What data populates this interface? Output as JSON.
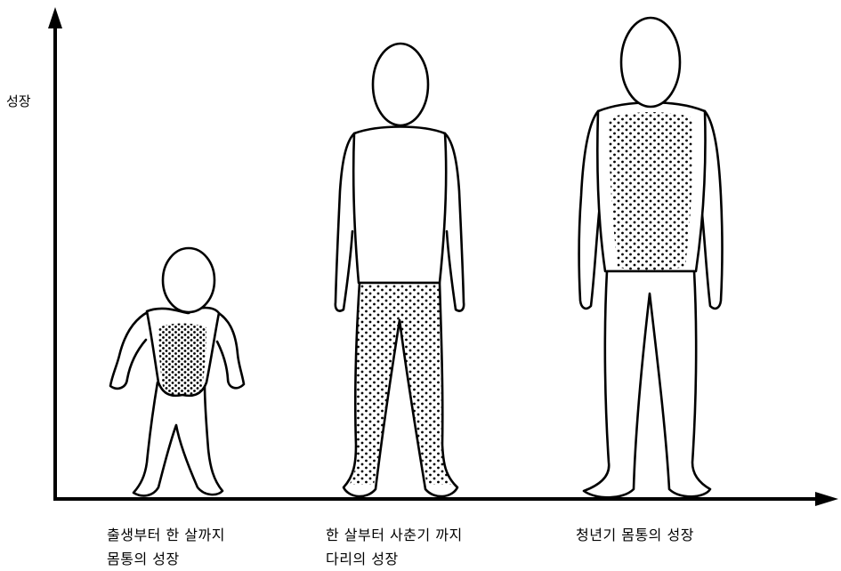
{
  "axis": {
    "y_label": "성장"
  },
  "figures": [
    {
      "id": "infant",
      "caption_lines": [
        "출생부터 한 살까지",
        "몸통의 성장"
      ],
      "shaded_region": "torso"
    },
    {
      "id": "child",
      "caption_lines": [
        "한 살부터 사춘기 까지",
        "다리의 성장"
      ],
      "shaded_region": "legs"
    },
    {
      "id": "adolescent",
      "caption_lines": [
        "청년기 몸통의 성장"
      ],
      "shaded_region": "torso"
    }
  ]
}
